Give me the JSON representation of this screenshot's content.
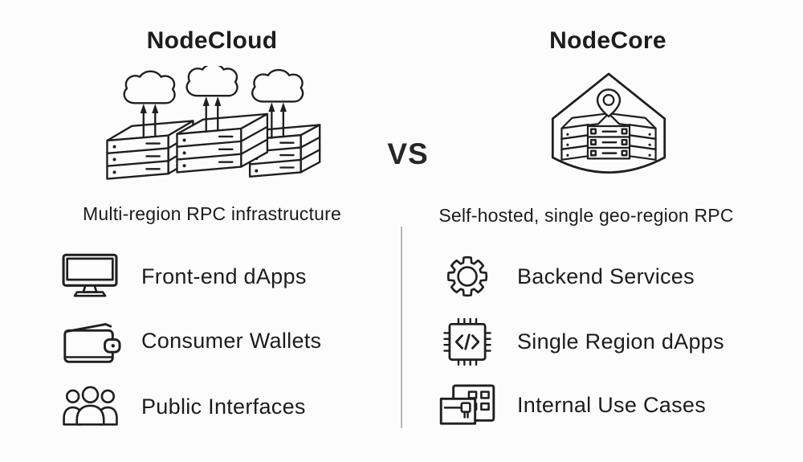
{
  "left": {
    "title": "NodeCloud",
    "subtitle": "Multi-region RPC infrastructure",
    "hero_icon": "multi-region-cloud-servers-icon",
    "items": [
      {
        "icon": "monitor-icon",
        "label": "Front-end dApps"
      },
      {
        "icon": "wallet-icon",
        "label": "Consumer Wallets"
      },
      {
        "icon": "people-icon",
        "label": "Public Interfaces"
      }
    ]
  },
  "center": {
    "vs_label": "VS"
  },
  "right": {
    "title": "NodeCore",
    "subtitle": "Self-hosted, single geo-region RPC",
    "hero_icon": "self-hosted-location-servers-icon",
    "items": [
      {
        "icon": "gear-icon",
        "label": "Backend Services"
      },
      {
        "icon": "chip-code-icon",
        "label": "Single Region dApps"
      },
      {
        "icon": "building-icon",
        "label": "Internal Use Cases"
      }
    ]
  },
  "colors": {
    "background": "#fcfcfc",
    "text": "#1d1d1d",
    "line_art": "#1f1f1f",
    "divider": "#b7b7b7"
  }
}
